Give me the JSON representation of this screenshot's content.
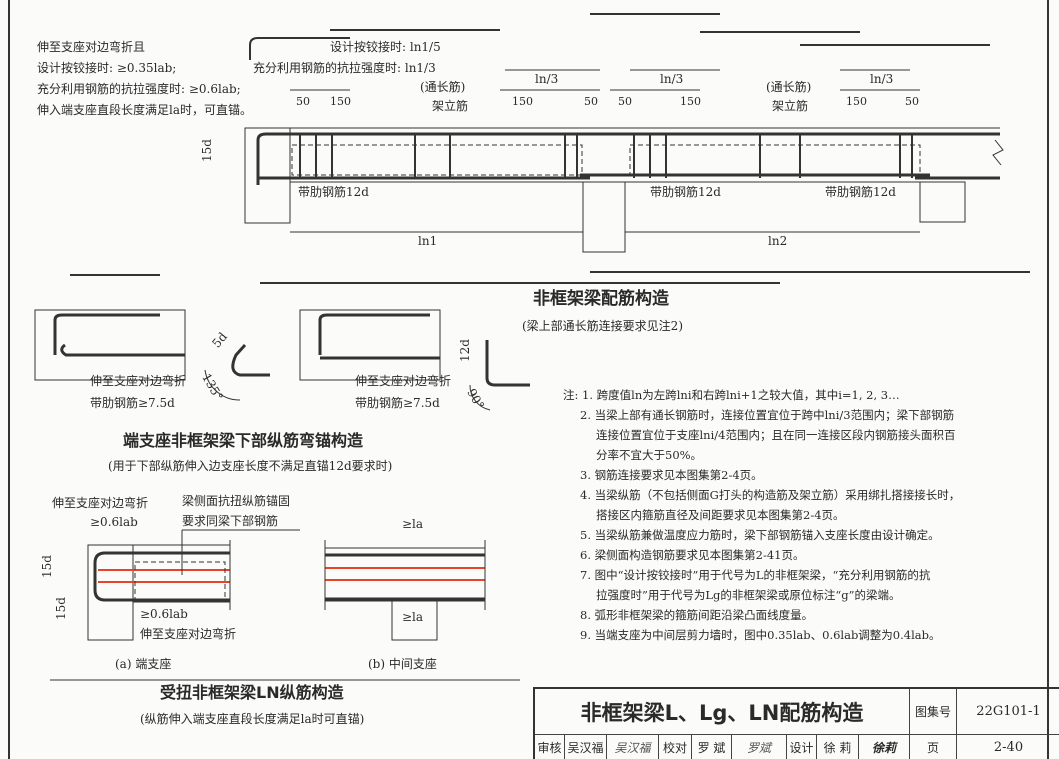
{
  "main_beam": {
    "left_note": [
      "伸至支座对边弯折且",
      "设计按铰接时: ≥0.35lab;",
      "充分利用钢筋的抗拉强度时: ≥0.6lab;",
      "伸入端支座直段长度满足la时，可直锚。"
    ],
    "hinge_label": "设计按铰接时: ln1/5",
    "full_strength_label": "充分利用钢筋的抗拉强度时: ln1/3",
    "erection_bar_1": [
      "(通长筋)",
      "架立筋"
    ],
    "erection_bar_2": [
      "(通长筋)",
      "架立筋"
    ],
    "dims": {
      "d50": "50",
      "d150": "150",
      "ln3": "ln/3",
      "d15d": "15d"
    },
    "ribbed_bar": "带肋钢筋12d",
    "span1": "ln1",
    "span2": "ln2",
    "title": "非框架梁配筋构造",
    "subtitle": "(梁上部通长筋连接要求见注2)"
  },
  "end_support": {
    "label1": "伸至支座对边弯折",
    "label2": "带肋钢筋≥7.5d",
    "hook5d": "5d",
    "angle135": "135°",
    "hook12d": "12d",
    "angle90": "90°",
    "title": "端支座非框架梁下部纵筋弯锚构造",
    "subtitle": "(用于下部纵筋伸入边支座长度不满足直锚12d要求时)"
  },
  "torsion": {
    "a_top": "伸至支座对边弯折",
    "a_top_dim": "≥0.6lab",
    "side_note": [
      "梁侧面抗扭纵筋锚固",
      "要求同梁下部钢筋"
    ],
    "d15d": "15d",
    "a_bot_dim": "≥0.6lab",
    "a_bot": "伸至支座对边弯折",
    "a_caption": "(a) 端支座",
    "b_dim": "≥la",
    "b_caption": "(b) 中间支座",
    "title": "受扭非框架梁LN纵筋构造",
    "subtitle": "(纵筋伸入端支座直段长度满足la时可直锚)"
  },
  "notes": [
    "注: 1. 跨度值ln为左跨lni和右跨lni+1之较大值，其中i=1, 2, 3…",
    "2. 当梁上部有通长钢筋时，连接位置宜位于跨中lni/3范围内；梁下部钢筋",
    "连接位置宜位于支座lni/4范围内；且在同一连接区段内钢筋接头面积百",
    "分率不宜大于50%。",
    "3. 钢筋连接要求见本图集第2-4页。",
    "4. 当梁纵筋（不包括侧面G打头的构造筋及架立筋）采用绑扎搭接接长时，",
    "搭接区内箍筋直径及间距要求见本图集第2-4页。",
    "5. 当梁纵筋兼做温度应力筋时，梁下部钢筋锚入支座长度由设计确定。",
    "6. 梁侧面构造钢筋要求见本图集第2-41页。",
    "7. 图中“设计按铰接时”用于代号为L的非框架梁，“充分利用钢筋的抗",
    "拉强度时”用于代号为Lg的非框架梁或原位标注“g”的梁端。",
    "8. 弧形非框架梁的箍筋间距沿梁凸面线度量。",
    "9. 当端支座为中间层剪力墙时，图中0.35lab、0.6lab调整为0.4lab。"
  ],
  "title_block": {
    "title": "非框架梁L、Lg、LN配筋构造",
    "atlas_label": "图集号",
    "atlas_no": "22G101-1",
    "review_label": "审核",
    "reviewer": "吴汉福",
    "reviewer_sig": "吴汉福",
    "check_label": "校对",
    "checker": "罗 斌",
    "checker_sig": "罗斌",
    "design_label": "设计",
    "designer": "徐 莉",
    "designer_sig": "徐莉",
    "page_label": "页",
    "page_no": "2-40"
  }
}
